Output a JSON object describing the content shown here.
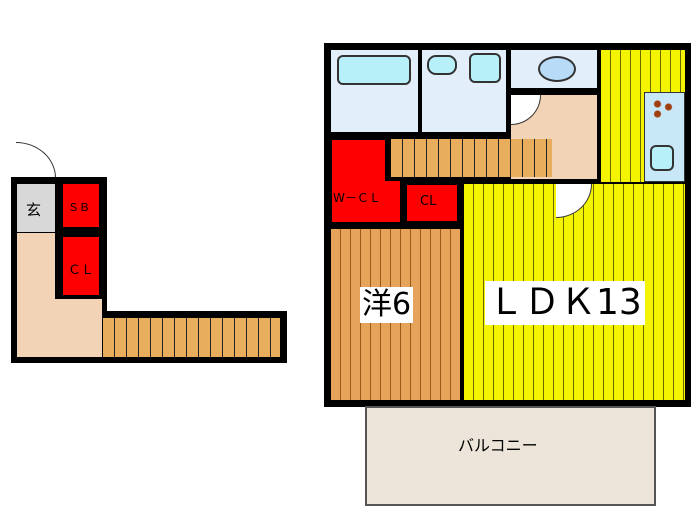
{
  "left_unit": {
    "genkan": "玄",
    "shoe_box": "ＳＢ",
    "closet": "ＣＬ"
  },
  "right_unit": {
    "walk_in_closet": "W－ＣＬ",
    "closet": "CL",
    "western_room": "洋6",
    "ldk": "ＬＤＫ13",
    "balcony": "バルコニー"
  },
  "colors": {
    "closet": "#ff0000",
    "ldk": "#f4f400",
    "western_room": "#e6a45a",
    "hall": "#f2d3b6",
    "wet_area": "#e2eefa"
  }
}
